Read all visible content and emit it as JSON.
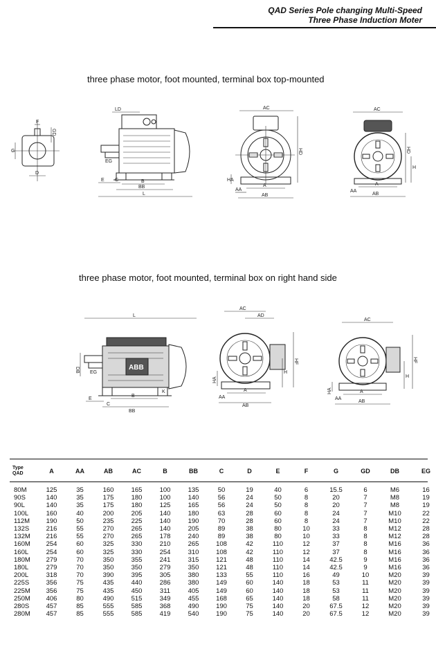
{
  "header": {
    "line1": "QAD Series Pole changing Multi-Speed",
    "line2": "Three Phase Induction Moter"
  },
  "sections": [
    {
      "title": "three phase motor, foot mounted, terminal box top-mounted"
    },
    {
      "title": "three phase motor, foot mounted, terminal box on right hand side"
    }
  ],
  "diagram_labels": {
    "ld": "LD",
    "gd": "GD",
    "g": "G",
    "d": "D",
    "f": "F",
    "e": "E",
    "eg": "EG",
    "c": "C",
    "b": "B",
    "bb": "BB",
    "l": "L",
    "k": "K",
    "ac": "AC",
    "ad": "AD",
    "a": "A",
    "aa": "AA",
    "ab": "AB",
    "h": "H",
    "ha": "HA",
    "hd": "HD",
    "hf": "HF",
    "db": "DB",
    "logo": "ABB"
  },
  "table": {
    "type_header": [
      "Type",
      "QAD"
    ],
    "columns": [
      "A",
      "AA",
      "AB",
      "AC",
      "B",
      "BB",
      "C",
      "D",
      "E",
      "F",
      "G",
      "GD",
      "DB",
      "EG"
    ],
    "rows": [
      [
        "80M",
        "125",
        "35",
        "160",
        "165",
        "100",
        "135",
        "50",
        "19",
        "40",
        "6",
        "15.5",
        "6",
        "M6",
        "16"
      ],
      [
        "90S",
        "140",
        "35",
        "175",
        "180",
        "100",
        "140",
        "56",
        "24",
        "50",
        "8",
        "20",
        "7",
        "M8",
        "19"
      ],
      [
        "90L",
        "140",
        "35",
        "175",
        "180",
        "125",
        "165",
        "56",
        "24",
        "50",
        "8",
        "20",
        "7",
        "M8",
        "19"
      ],
      [
        "100L",
        "160",
        "40",
        "200",
        "205",
        "140",
        "180",
        "63",
        "28",
        "60",
        "8",
        "24",
        "7",
        "M10",
        "22"
      ],
      [
        "112M",
        "190",
        "50",
        "235",
        "225",
        "140",
        "190",
        "70",
        "28",
        "60",
        "8",
        "24",
        "7",
        "M10",
        "22"
      ],
      [
        "132S",
        "216",
        "55",
        "270",
        "265",
        "140",
        "205",
        "89",
        "38",
        "80",
        "10",
        "33",
        "8",
        "M12",
        "28"
      ],
      [
        "132M",
        "216",
        "55",
        "270",
        "265",
        "178",
        "240",
        "89",
        "38",
        "80",
        "10",
        "33",
        "8",
        "M12",
        "28"
      ],
      [
        "160M",
        "254",
        "60",
        "325",
        "330",
        "210",
        "265",
        "108",
        "42",
        "110",
        "12",
        "37",
        "8",
        "M16",
        "36"
      ],
      [
        "160L",
        "254",
        "60",
        "325",
        "330",
        "254",
        "310",
        "108",
        "42",
        "110",
        "12",
        "37",
        "8",
        "M16",
        "36"
      ],
      [
        "180M",
        "279",
        "70",
        "350",
        "355",
        "241",
        "315",
        "121",
        "48",
        "110",
        "14",
        "42.5",
        "9",
        "M16",
        "36"
      ],
      [
        "180L",
        "279",
        "70",
        "350",
        "350",
        "279",
        "350",
        "121",
        "48",
        "110",
        "14",
        "42.5",
        "9",
        "M16",
        "36"
      ],
      [
        "200L",
        "318",
        "70",
        "390",
        "395",
        "305",
        "380",
        "133",
        "55",
        "110",
        "16",
        "49",
        "10",
        "M20",
        "39"
      ],
      [
        "225S",
        "356",
        "75",
        "435",
        "440",
        "286",
        "380",
        "149",
        "60",
        "140",
        "18",
        "53",
        "11",
        "M20",
        "39"
      ],
      [
        "225M",
        "356",
        "75",
        "435",
        "450",
        "311",
        "405",
        "149",
        "60",
        "140",
        "18",
        "53",
        "11",
        "M20",
        "39"
      ],
      [
        "250M",
        "406",
        "80",
        "490",
        "515",
        "349",
        "455",
        "168",
        "65",
        "140",
        "18",
        "58",
        "11",
        "M20",
        "39"
      ],
      [
        "280S",
        "457",
        "85",
        "555",
        "585",
        "368",
        "490",
        "190",
        "75",
        "140",
        "20",
        "67.5",
        "12",
        "M20",
        "39"
      ],
      [
        "280M",
        "457",
        "85",
        "555",
        "585",
        "419",
        "540",
        "190",
        "75",
        "140",
        "20",
        "67.5",
        "12",
        "M20",
        "39"
      ]
    ]
  }
}
